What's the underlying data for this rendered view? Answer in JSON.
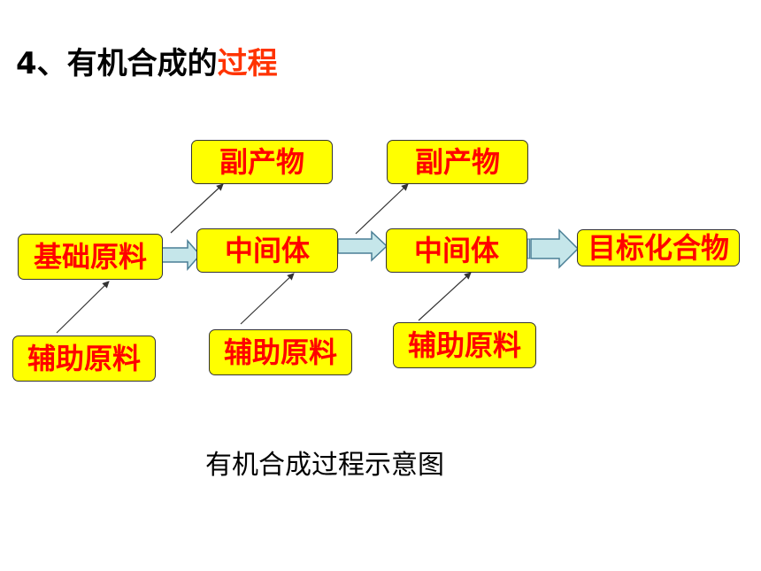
{
  "title": {
    "prefix": "4、有机合成的",
    "highlight": "过程"
  },
  "nodes": {
    "base_material": "基础原料",
    "intermediate_1": "中间体",
    "intermediate_2": "中间体",
    "target": "目标化合物",
    "byproduct_1": "副产物",
    "byproduct_2": "副产物",
    "aux_1": "辅助原料",
    "aux_2": "辅助原料",
    "aux_3": "辅助原料"
  },
  "caption": "有机合成过程示意图",
  "colors": {
    "node_fill": "#ffff00",
    "node_text": "#ff0000",
    "title_highlight": "#ff3300",
    "arrow_fill": "#c5e6ea",
    "arrow_stroke": "#4a7f95"
  }
}
